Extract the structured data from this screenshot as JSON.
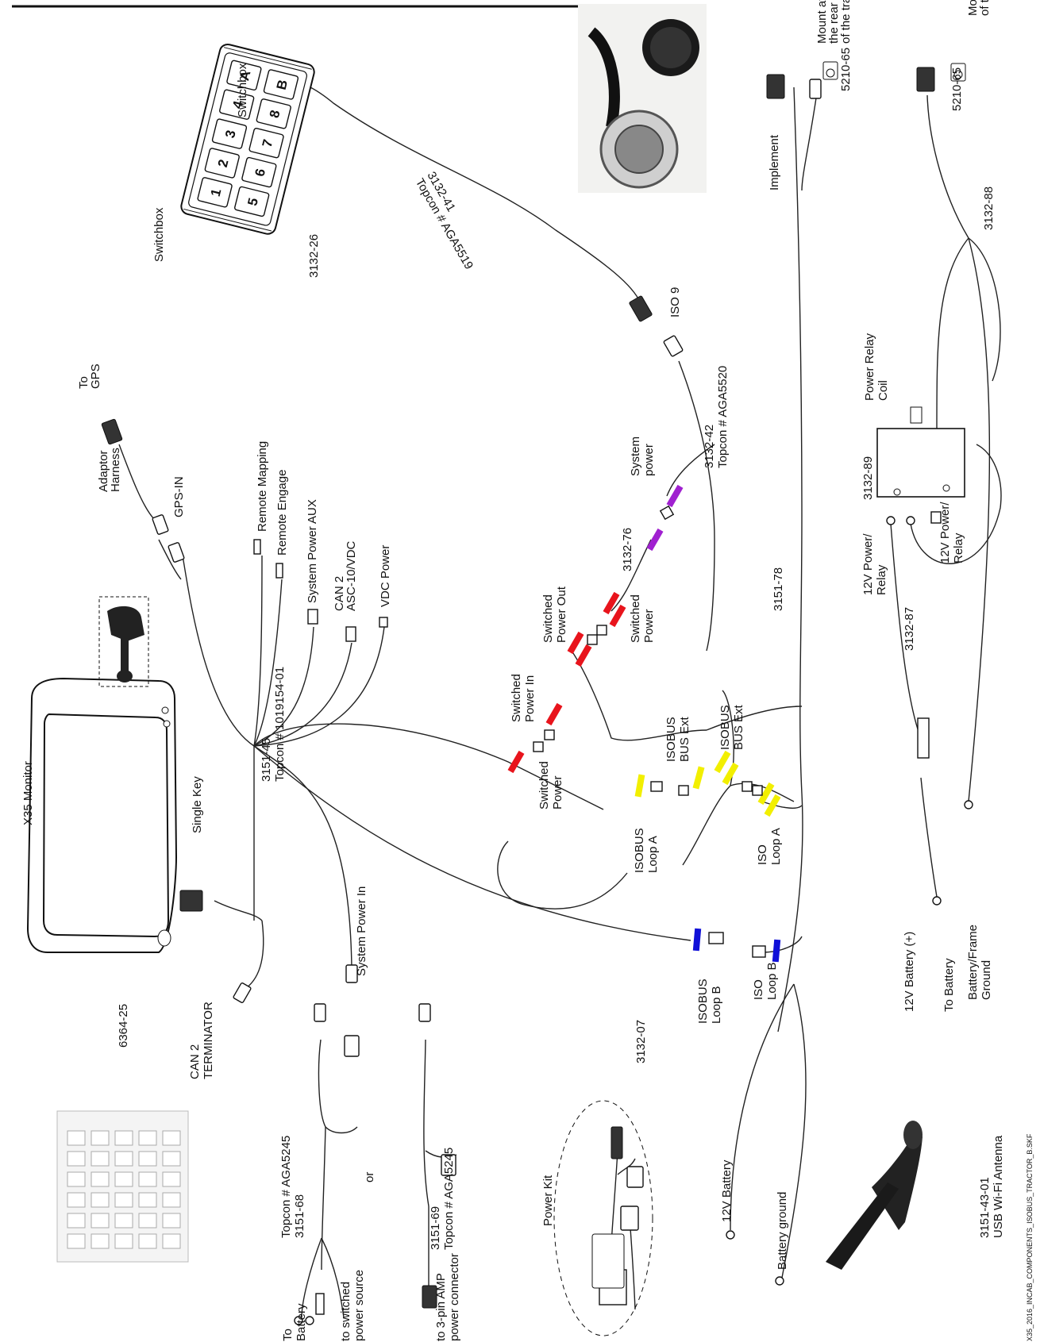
{
  "labels": {
    "mount_rear_1": "Mount at\nthe rear\nof the tractor",
    "mount_rear_2": "Mount at the rear\nof the tractor",
    "part_5210_65_a": "5210-65",
    "part_5210_65_b": "5210-65",
    "implement": "Implement",
    "switchbox_top": "Switchbox",
    "switchbox": "Switchbox",
    "part_3132_26": "3132-26",
    "cable_3132_41": "3132-41\nTopcon # AGA5519",
    "iso9": "ISO 9",
    "cable_3132_88": "3132-88",
    "to_gps": "To\nGPS",
    "adaptor_harness": "Adaptor\nHarness",
    "gps_in": "GPS-IN",
    "remote_mapping": "Remote Mapping",
    "remote_engage": "Remote Engage",
    "system_power_aux": "System Power AUX",
    "can2_asc": "CAN 2\nASC-10/VDC",
    "vdc_power": "VDC Power",
    "cable_3132_42": "3132-42\nTopcon # AGA5520",
    "system_power": "System\npower",
    "cable_3132_76": "3132-76",
    "power_relay_coil": "Power Relay\nCoil",
    "cable_3132_89": "3132-89",
    "relay_12v_a": "12V Power/\nRelay",
    "relay_12v_b": "12V Power/\nRelay",
    "cable_3151_78": "3151-78",
    "switched_power_out": "Switched\nPower Out",
    "switched_power_a": "Switched\nPower",
    "switched_power_in": "Switched\nPower In",
    "switched_power_b": "Switched\nPower",
    "isobus_bus_ext_a": "ISOBUS\nBUS Ext",
    "isobus_bus_ext_b": "ISOBUS\nBUS Ext",
    "isobus_loop_a": "ISOBUS\nLoop A",
    "iso_loop_a": "ISO\nLoop A",
    "isobus_loop_b": "ISOBUS\nLoop B",
    "iso_loop_b": "ISO\nLoop B",
    "cable_3132_87": "3132-87",
    "battery_12v_plus": "12V Battery (+)",
    "to_battery_right": "To Battery",
    "battery_frame_ground": "Battery/Frame\nGround",
    "x35_monitor": "X35 Monitor",
    "single_key": "Single Key",
    "cable_3151_45": "3151-45\nTopcon # 1019154-01",
    "part_6364_25": "6364-25",
    "can2_terminator": "CAN 2\nTERMINATOR",
    "system_power_in": "System Power In",
    "topcon_3151_68": "Topcon # AGA5245\n3151-68",
    "or": "or",
    "cable_3151_69": "3151-69\nTopcon # AGA5245",
    "to_battery_left": "To\nBattery",
    "to_switched_source": "to switched\npower source",
    "to_3pin_amp": "to 3-pin AMP\npower connector",
    "power_kit": "Power Kit",
    "cable_3132_07": "3132-07",
    "battery_12v": "12V Battery",
    "battery_ground": "Battery ground",
    "part_3151_43_01": "3151-43-01\nUSB Wi-Fi Antenna",
    "file_ref": "X35_2016_INCAB_COMPONENTS_ISOBUS_TRACTOR_B.SKF"
  },
  "switchbox_keys": [
    "1",
    "2",
    "3",
    "4",
    "A",
    "5",
    "6",
    "7",
    "8",
    "B"
  ],
  "colors": {
    "switched_power_marker": "#e8141c",
    "system_power_marker": "#a020d0",
    "isobus_loop_a_marker": "#f2ef00",
    "isobus_loop_b_marker": "#1010d8",
    "wire": "#222222"
  }
}
